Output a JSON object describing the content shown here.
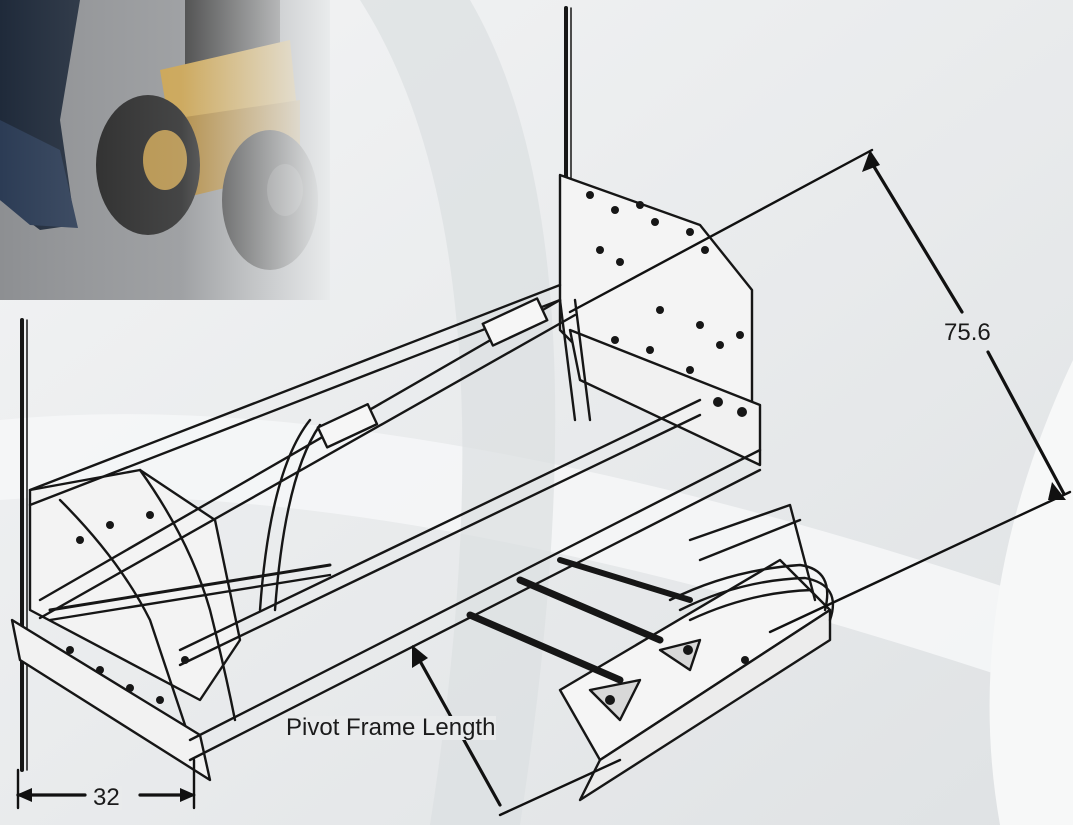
{
  "diagram": {
    "dimensions": {
      "height": "75.6",
      "pivot_frame_length": "Pivot Frame Length",
      "width": "32"
    }
  }
}
